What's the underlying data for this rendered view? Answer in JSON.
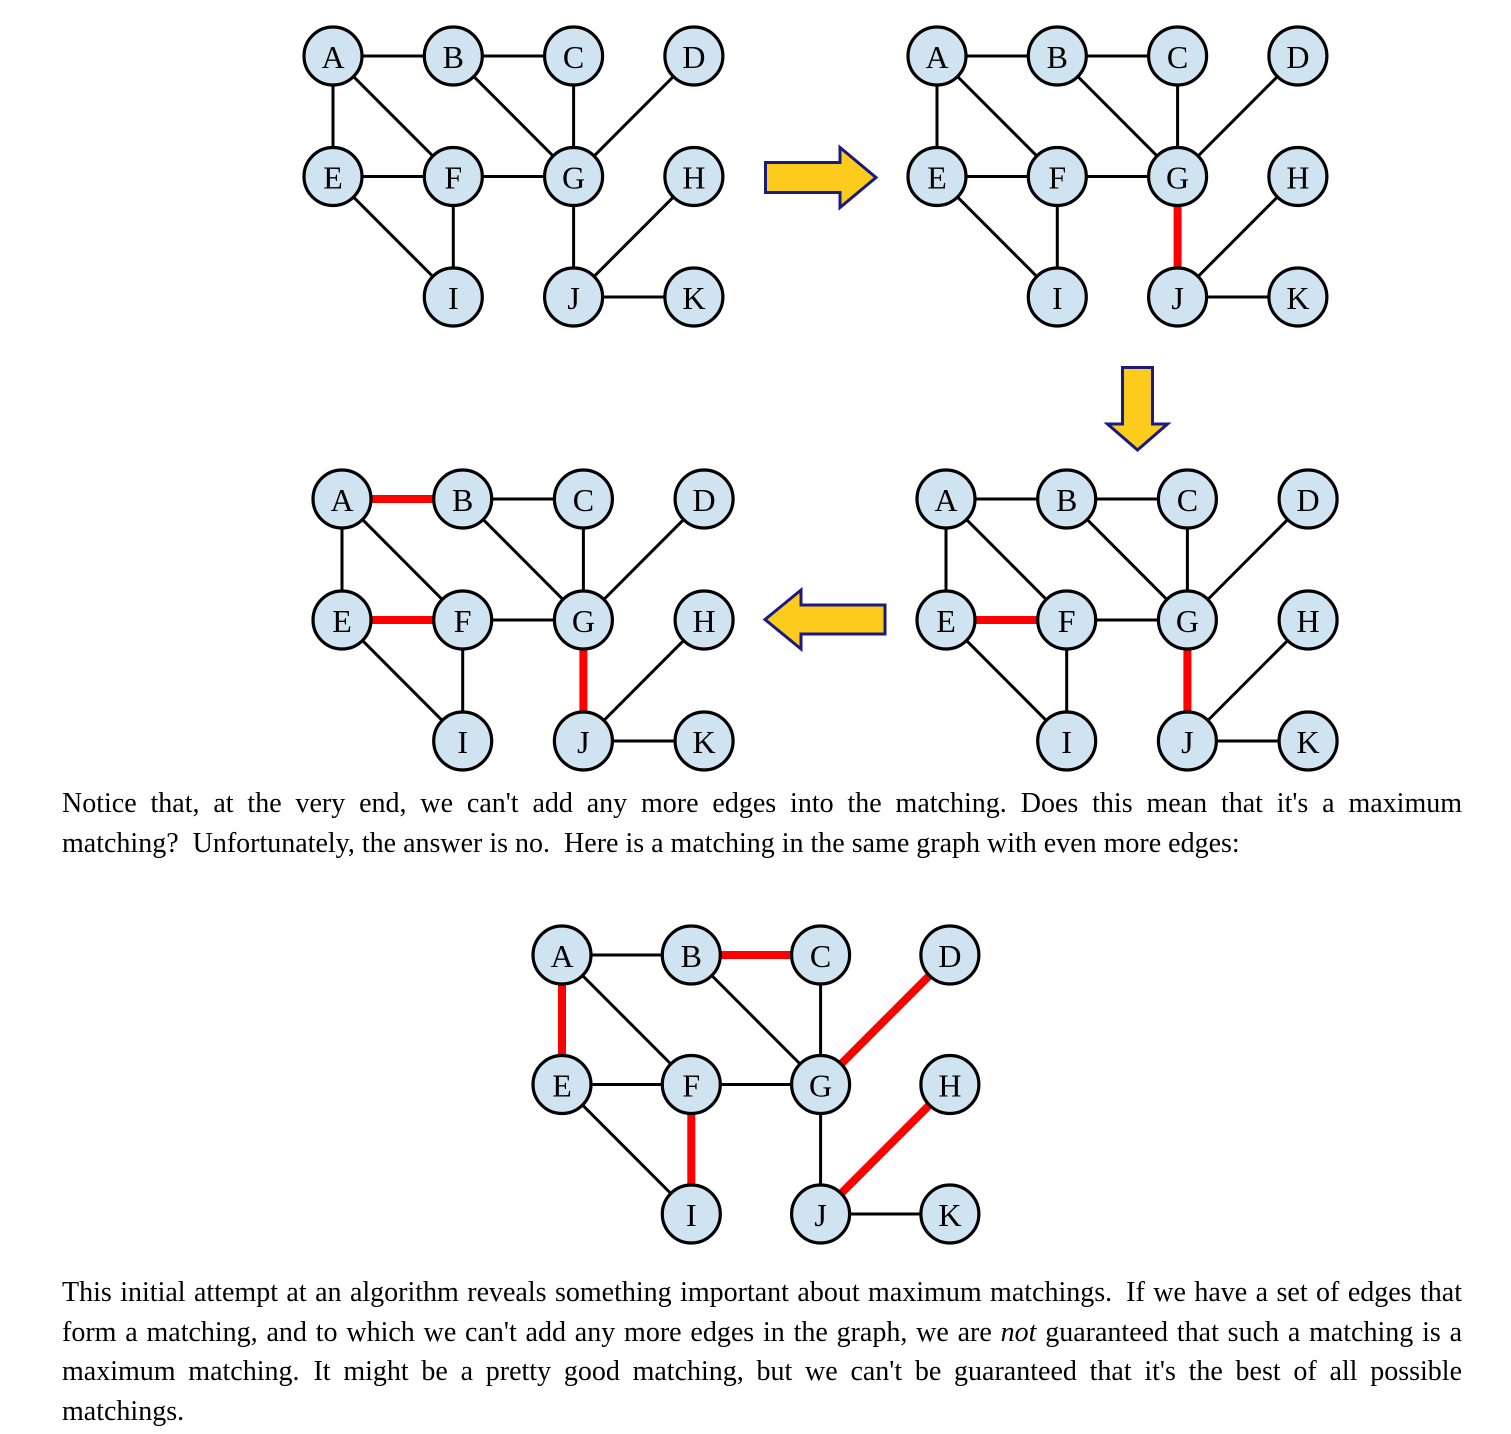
{
  "graph": {
    "nodes": [
      "A",
      "B",
      "C",
      "D",
      "E",
      "F",
      "G",
      "H",
      "I",
      "J",
      "K"
    ],
    "edges": [
      [
        "A",
        "B"
      ],
      [
        "B",
        "C"
      ],
      [
        "A",
        "E"
      ],
      [
        "A",
        "F"
      ],
      [
        "B",
        "G"
      ],
      [
        "C",
        "G"
      ],
      [
        "D",
        "G"
      ],
      [
        "E",
        "F"
      ],
      [
        "F",
        "G"
      ],
      [
        "E",
        "I"
      ],
      [
        "F",
        "I"
      ],
      [
        "G",
        "J"
      ],
      [
        "H",
        "J"
      ],
      [
        "J",
        "K"
      ]
    ]
  },
  "panels": [
    {
      "id": "step-1",
      "matched": []
    },
    {
      "id": "step-2",
      "matched": [
        [
          "G",
          "J"
        ]
      ]
    },
    {
      "id": "step-3",
      "matched": [
        [
          "E",
          "F"
        ],
        [
          "G",
          "J"
        ]
      ]
    },
    {
      "id": "step-4",
      "matched": [
        [
          "A",
          "B"
        ],
        [
          "E",
          "F"
        ],
        [
          "G",
          "J"
        ]
      ]
    },
    {
      "id": "better-matching",
      "matched": [
        [
          "A",
          "E"
        ],
        [
          "B",
          "C"
        ],
        [
          "D",
          "G"
        ],
        [
          "F",
          "I"
        ],
        [
          "H",
          "J"
        ]
      ]
    }
  ],
  "colors": {
    "node_fill": "#cfe3f1",
    "node_stroke": "#000000",
    "edge": "#000000",
    "matched_edge": "#ff0000",
    "arrow_fill": "#fdcb1c",
    "arrow_stroke": "#1a1a80"
  },
  "paragraph1": {
    "text": "Notice that, at the very end, we can't add any more edges into the matching. Does this mean that it's a maximum matching? Unfortunately, the answer is no. Here is a matching in the same graph with even more edges:"
  },
  "paragraph2": {
    "before": "This initial attempt at an algorithm reveals something important about maximum matchings. If we have a set of edges that form a matching, and to which we can't add any more edges in the graph, we are ",
    "emphasis": "not",
    "after": " guaranteed that such a matching is a maximum matching. It might be a pretty good matching, but we can't be guaranteed that it's the best of all possible matchings."
  }
}
